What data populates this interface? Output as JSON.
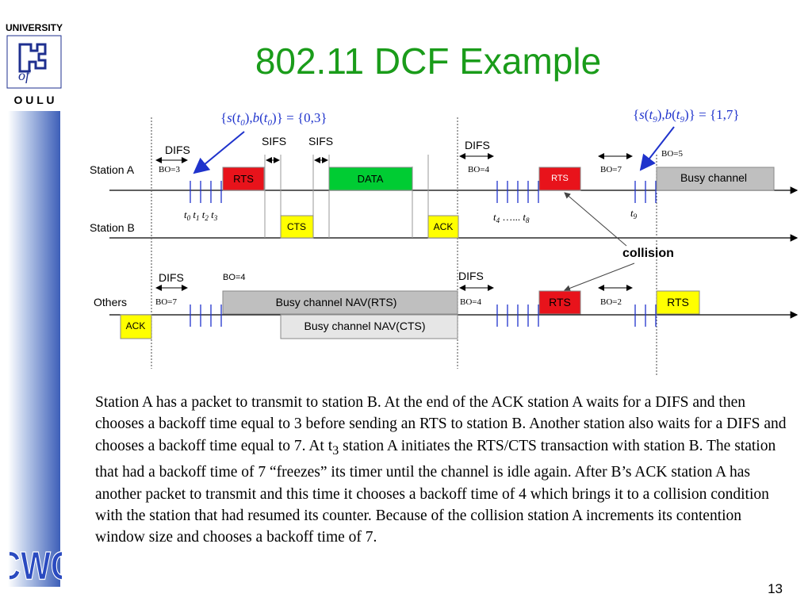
{
  "slide": {
    "title": "802.11 DCF Example",
    "page_number": "13",
    "logo": {
      "line1": "UNIVERSITY",
      "line2": "of",
      "line3": "O U L U"
    },
    "footer_logo": "CWC"
  },
  "diagram": {
    "formula_left": "{s(t0),b(t0)} = {0,3}",
    "formula_right": "{s(t9),b(t9)} = {1,7}",
    "stations": {
      "a": "Station A",
      "b": "Station B",
      "others": "Others"
    },
    "ifs": {
      "difs": "DIFS",
      "sifs": "SIFS"
    },
    "frames": {
      "rts": "RTS",
      "data": "DATA",
      "cts": "CTS",
      "ack": "ACK",
      "busy": "Busy channel",
      "busy_nav_rts": "Busy channel  NAV(RTS)",
      "busy_nav_cts": "Busy channel  NAV(CTS)"
    },
    "backoff": {
      "bo3": "BO=3",
      "bo4": "BO=4",
      "bo5": "BO=5",
      "bo7": "BO=7",
      "bo2": "BO=2"
    },
    "times": {
      "t0": "t0",
      "t1": "t1",
      "t2": "t2",
      "t3": "t3",
      "t4": "t4",
      "dots": "……",
      "t8": "t8",
      "t9": "t9"
    },
    "collision": "collision",
    "colors": {
      "green": "#00cc33",
      "red": "#e8131b",
      "yellow": "#ffff00",
      "gray": "#bfbfbf",
      "lightgray": "#e6e6e6",
      "blue": "#1f33cc",
      "title_green": "#1a9c1a"
    }
  },
  "caption": "Station A has a packet to transmit to station B. At the end of the ACK station A waits for  a DIFS and then chooses a backoff time equal to 3 before sending an RTS to station B. Another station also waits for a DIFS and chooses a backoff time equal to 7. At t3 station A initiates the RTS/CTS transaction with station B. The station that had a backoff time of 7 “freezes” its timer until the channel is idle again. After B’s ACK station A has another packet to transmit and this time it chooses a backoff time of 4 which brings it to a collision condition with the station that had resumed its counter. Because of the collision station A increments its contention window size and chooses a backoff time of 7."
}
